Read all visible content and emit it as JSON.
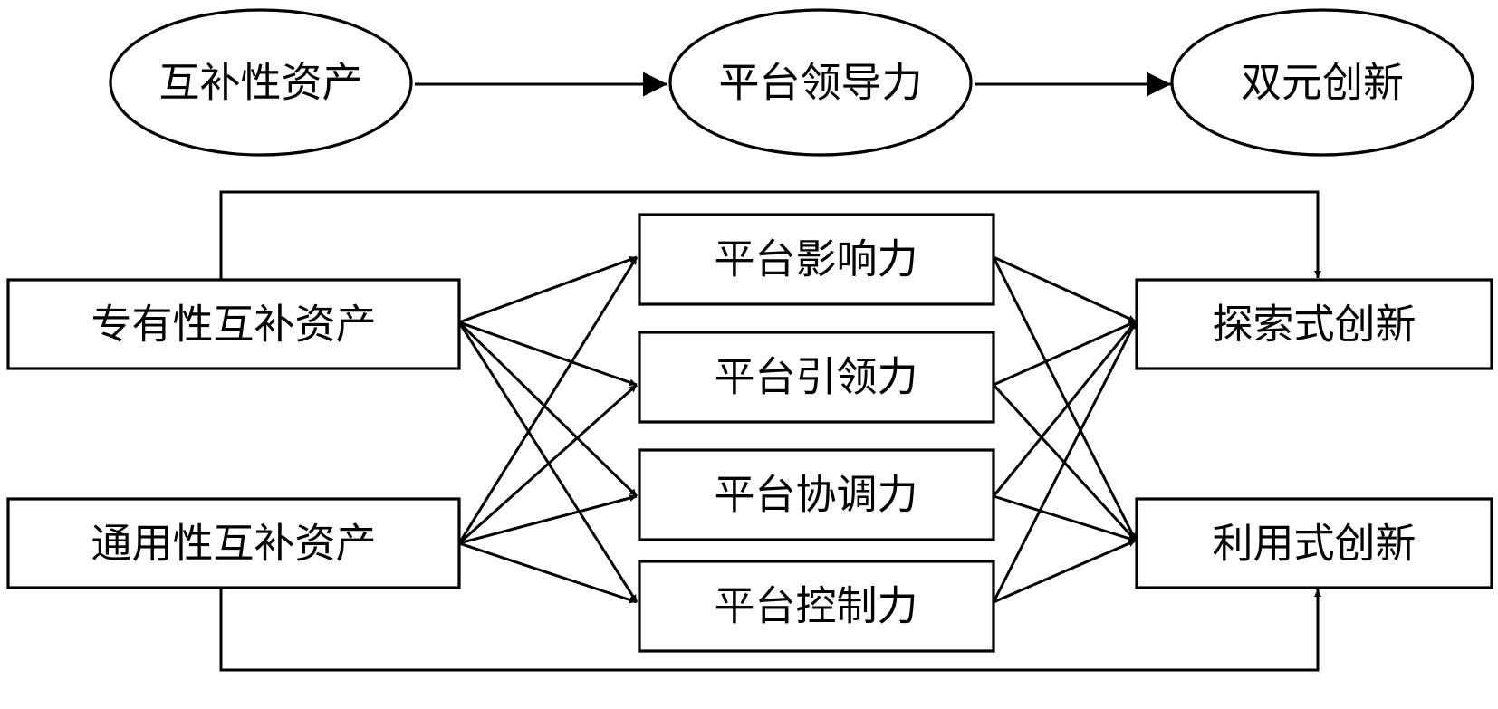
{
  "top_row": {
    "nodes": [
      {
        "id": "t1",
        "label": "互补性资产"
      },
      {
        "id": "t2",
        "label": "平台领导力"
      },
      {
        "id": "t3",
        "label": "双元创新"
      }
    ],
    "edges": [
      [
        "t1",
        "t2"
      ],
      [
        "t2",
        "t3"
      ]
    ]
  },
  "model": {
    "inputs": [
      {
        "id": "in1",
        "label": "专有性互补资产"
      },
      {
        "id": "in2",
        "label": "通用性互补资产"
      }
    ],
    "mediators": [
      {
        "id": "m1",
        "label": "平台影响力"
      },
      {
        "id": "m2",
        "label": "平台引领力"
      },
      {
        "id": "m3",
        "label": "平台协调力"
      },
      {
        "id": "m4",
        "label": "平台控制力"
      }
    ],
    "outputs": [
      {
        "id": "out1",
        "label": "探索式创新"
      },
      {
        "id": "out2",
        "label": "利用式创新"
      }
    ],
    "edges": [
      [
        "in1",
        "m1"
      ],
      [
        "in1",
        "m2"
      ],
      [
        "in1",
        "m3"
      ],
      [
        "in1",
        "m4"
      ],
      [
        "in2",
        "m1"
      ],
      [
        "in2",
        "m2"
      ],
      [
        "in2",
        "m3"
      ],
      [
        "in2",
        "m4"
      ],
      [
        "m1",
        "out1"
      ],
      [
        "m1",
        "out2"
      ],
      [
        "m2",
        "out1"
      ],
      [
        "m2",
        "out2"
      ],
      [
        "m3",
        "out1"
      ],
      [
        "m3",
        "out2"
      ],
      [
        "m4",
        "out1"
      ],
      [
        "m4",
        "out2"
      ],
      [
        "in1",
        "out1"
      ],
      [
        "in2",
        "out2"
      ]
    ]
  }
}
